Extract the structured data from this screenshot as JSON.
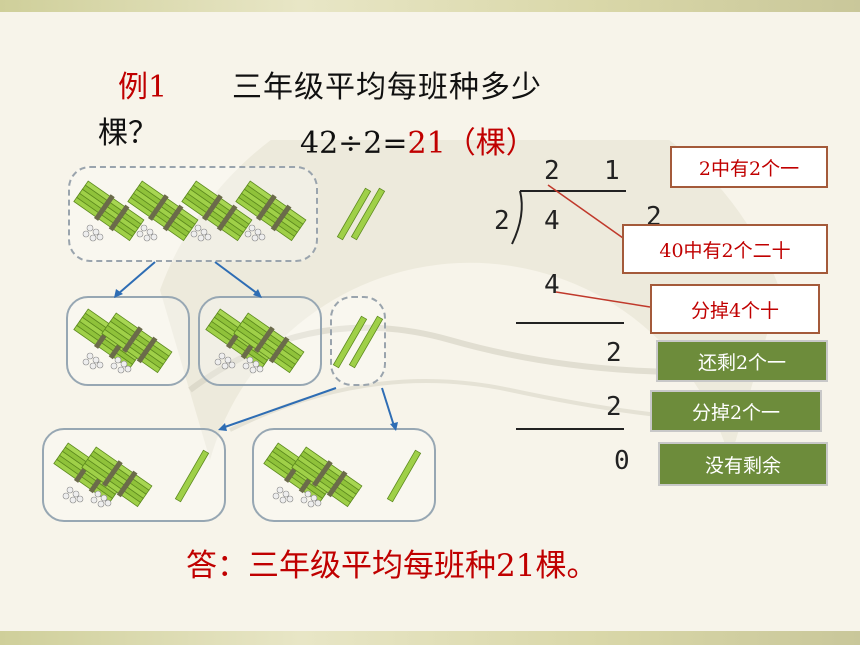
{
  "example_label": "例1",
  "question_line1": "三年级平均每班种多少",
  "question_line2": "棵？",
  "equation_left": "42÷2=",
  "equation_result": "21（棵）",
  "division": {
    "quotient_tens": "2",
    "quotient_ones": "1",
    "divisor": "2",
    "dividend_tens": "4",
    "dividend_ones": "2",
    "step1_sub": "4",
    "step1_rem": "2",
    "step2_sub": "2",
    "final_rem": "0"
  },
  "callouts": {
    "c1": "2中有2个一",
    "c2": "40中有2个二十",
    "c3": "分掉4个十",
    "c4": "还剩2个一",
    "c5": "分掉2个一",
    "c6": "没有剩余"
  },
  "answer": "答：三年级平均每班种21棵。",
  "colors": {
    "red": "#c00000",
    "green_box": "#6d8c3b",
    "stick": "#8fc23a"
  }
}
